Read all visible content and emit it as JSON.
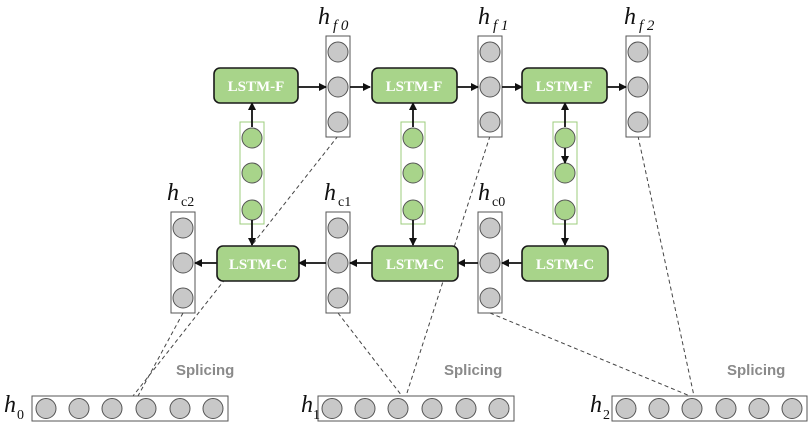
{
  "cell_labels": {
    "forward": "LSTM-F",
    "context": "LSTM-C"
  },
  "vector_labels": {
    "hf0": {
      "main": "h",
      "sub": "f 0"
    },
    "hf1": {
      "main": "h",
      "sub": "f 1"
    },
    "hf2": {
      "main": "h",
      "sub": "f 2"
    },
    "hc2": {
      "main": "h",
      "sub": "c2"
    },
    "hc1": {
      "main": "h",
      "sub": "c1"
    },
    "hc0": {
      "main": "h",
      "sub": "c0"
    },
    "h0": {
      "main": "h",
      "sub": "0"
    },
    "h1": {
      "main": "h",
      "sub": "1"
    },
    "h2": {
      "main": "h",
      "sub": "2"
    }
  },
  "splicing_label": "Splicing",
  "colors": {
    "lstm_fill": "#a8d48a",
    "node_gray": "#c8c8c8",
    "node_green": "#a8d48a",
    "splicing_text": "#8a8a8a"
  }
}
